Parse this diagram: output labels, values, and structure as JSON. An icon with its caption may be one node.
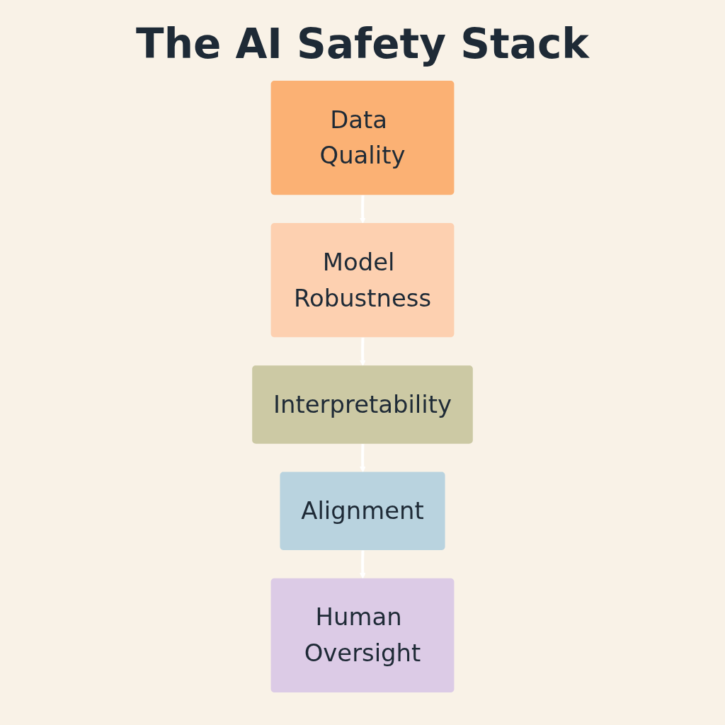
{
  "diagram": {
    "title": "The AI Safety Stack",
    "nodes": [
      {
        "text": [
          "Data Quality"
        ]
      },
      {
        "text": [
          "Model Robustness"
        ]
      },
      {
        "text": [
          "Interpretability"
        ]
      },
      {
        "text": [
          "Alignment"
        ]
      },
      {
        "text": [
          "Human Oversight"
        ]
      }
    ],
    "edges": [
      {
        "from": 0,
        "to": 1,
        "arrow": "to"
      },
      {
        "from": 1,
        "to": 2,
        "arrow": "to"
      },
      {
        "from": 2,
        "to": 3,
        "arrow": "to"
      },
      {
        "from": 3,
        "to": 4,
        "arrow": "to"
      }
    ]
  }
}
